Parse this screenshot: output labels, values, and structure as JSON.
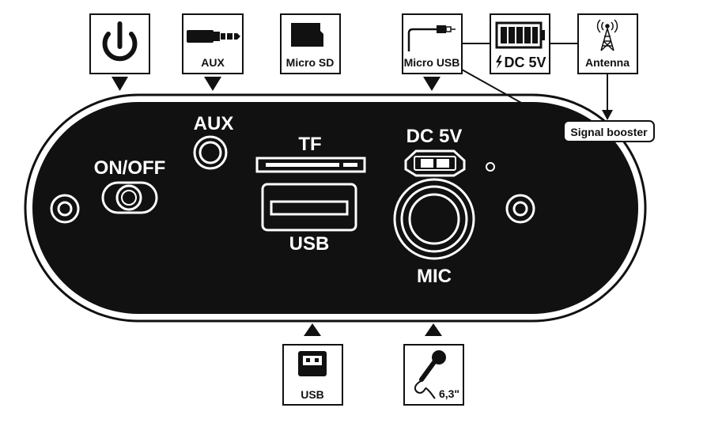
{
  "panel": {
    "labels": {
      "on_off": "ON/OFF",
      "aux": "AUX",
      "tf": "TF",
      "usb": "USB",
      "dc5v": "DC 5V",
      "mic": "MIC"
    }
  },
  "callouts": {
    "power": {
      "icon": "power-icon"
    },
    "aux": {
      "label": "AUX",
      "icon": "audio-jack-icon"
    },
    "micro_sd": {
      "label": "Micro SD",
      "icon": "sd-card-icon"
    },
    "micro_usb": {
      "label": "Micro USB",
      "icon": "micro-usb-cable-icon"
    },
    "dc5v": {
      "label": "DC 5V",
      "icon": "battery-icon"
    },
    "antenna": {
      "label": "Antenna",
      "icon": "antenna-icon"
    },
    "signal_booster": {
      "label": "Signal booster"
    },
    "usb_bottom": {
      "label": "USB",
      "icon": "usb-stick-icon"
    },
    "mic_bottom": {
      "label": "6,3\"",
      "icon": "microphone-icon"
    }
  },
  "colors": {
    "panel": "#111111",
    "stroke": "#111111",
    "background": "#ffffff"
  }
}
